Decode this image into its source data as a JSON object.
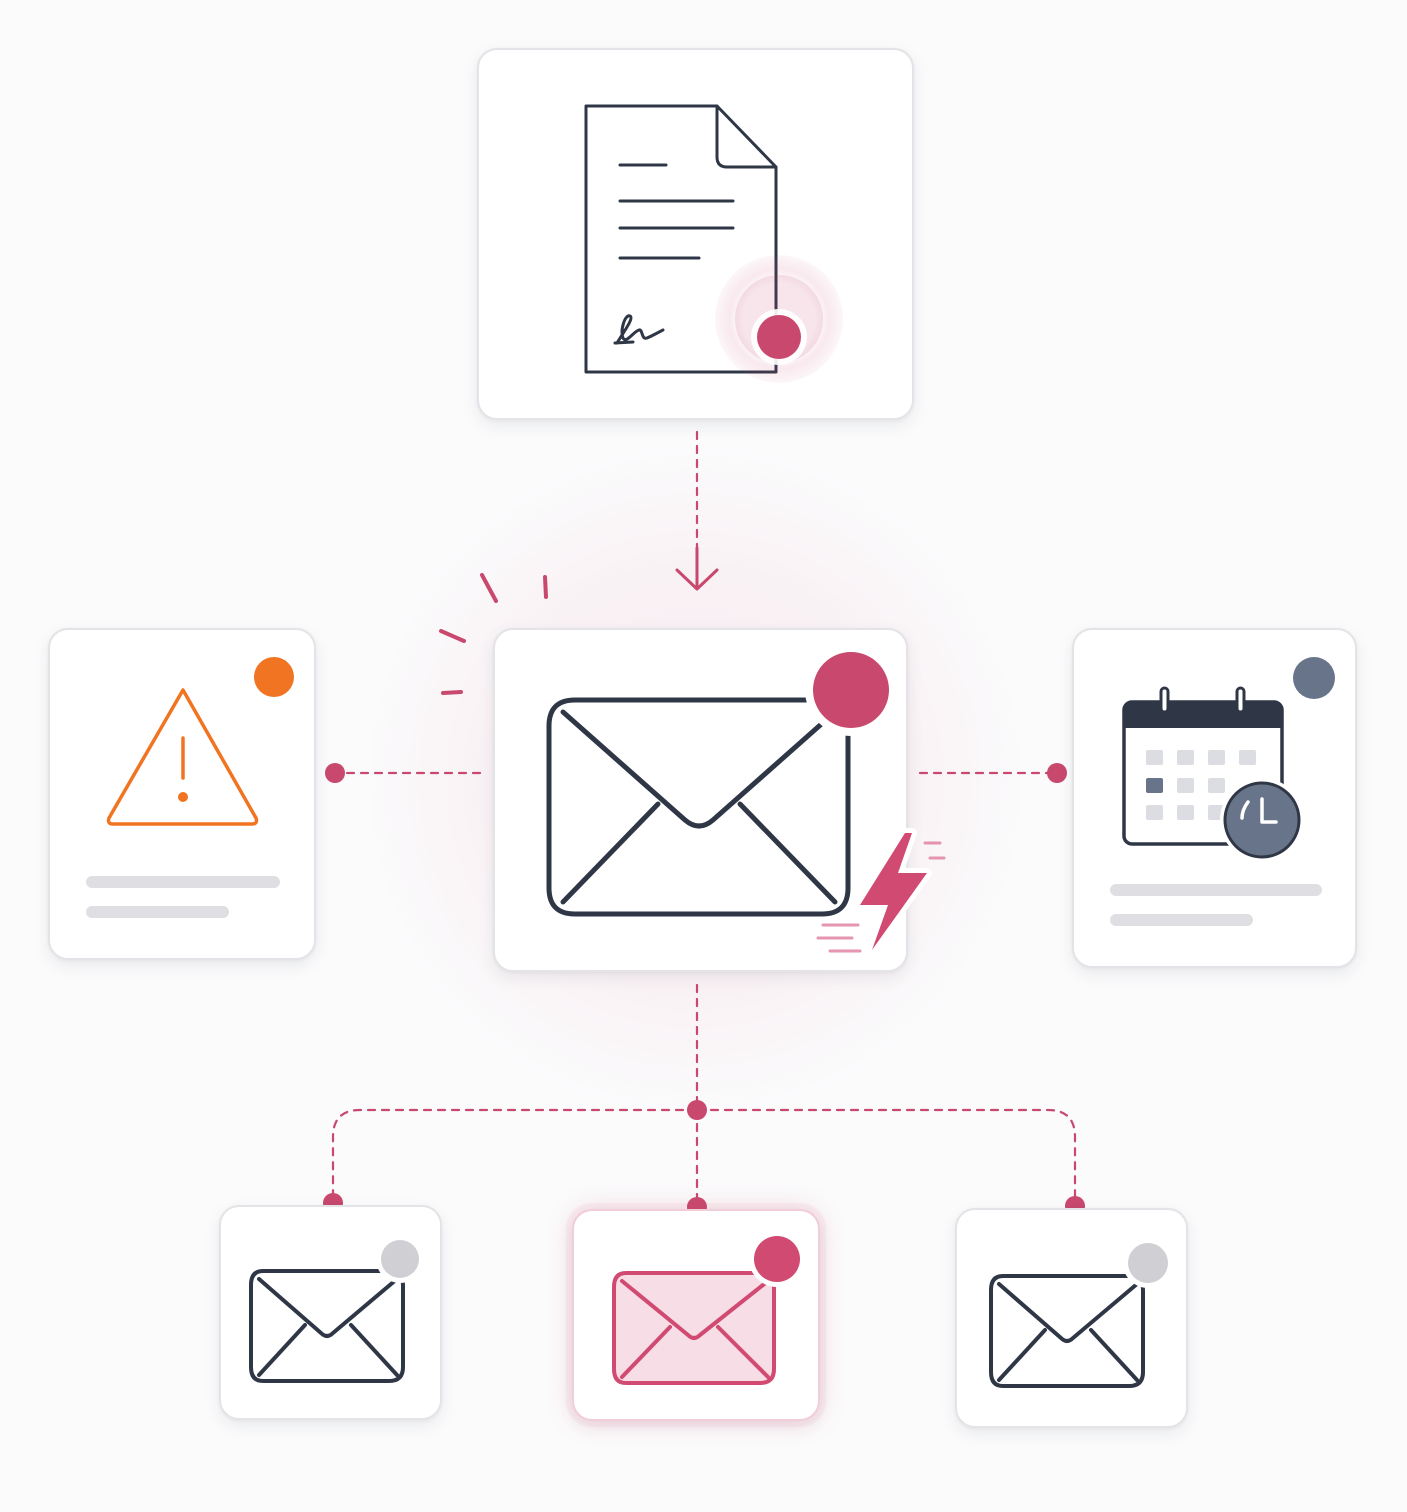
{
  "diagram": {
    "nodes": [
      {
        "id": "document",
        "icon": "signed-document-icon",
        "badge_color": "#c8486e"
      },
      {
        "id": "main-email",
        "icon": "envelope-icon",
        "badge_color": "#c8486e",
        "accent": "lightning-bolt-icon"
      },
      {
        "id": "alert",
        "icon": "warning-triangle-icon",
        "badge_color": "#f07422"
      },
      {
        "id": "schedule",
        "icon": "calendar-clock-icon",
        "badge_color": "#68748a"
      },
      {
        "id": "email-left",
        "icon": "envelope-icon",
        "badge_color": "#cfcfd4"
      },
      {
        "id": "email-center",
        "icon": "envelope-icon",
        "badge_color": "#d14a72",
        "highlighted": true
      },
      {
        "id": "email-right",
        "icon": "envelope-icon",
        "badge_color": "#cfcfd4"
      }
    ],
    "edges": [
      {
        "from": "document",
        "to": "main-email",
        "style": "dashed-arrow"
      },
      {
        "from": "main-email",
        "to": "alert",
        "style": "dashed"
      },
      {
        "from": "main-email",
        "to": "schedule",
        "style": "dashed"
      },
      {
        "from": "main-email",
        "to": "email-left",
        "style": "dashed"
      },
      {
        "from": "main-email",
        "to": "email-center",
        "style": "dashed"
      },
      {
        "from": "main-email",
        "to": "email-right",
        "style": "dashed"
      }
    ],
    "colors": {
      "connector": "#c8486e",
      "ink": "#2f3747",
      "warning": "#f07422",
      "neutral": "#68748a",
      "muted": "#cfcfd4"
    }
  }
}
